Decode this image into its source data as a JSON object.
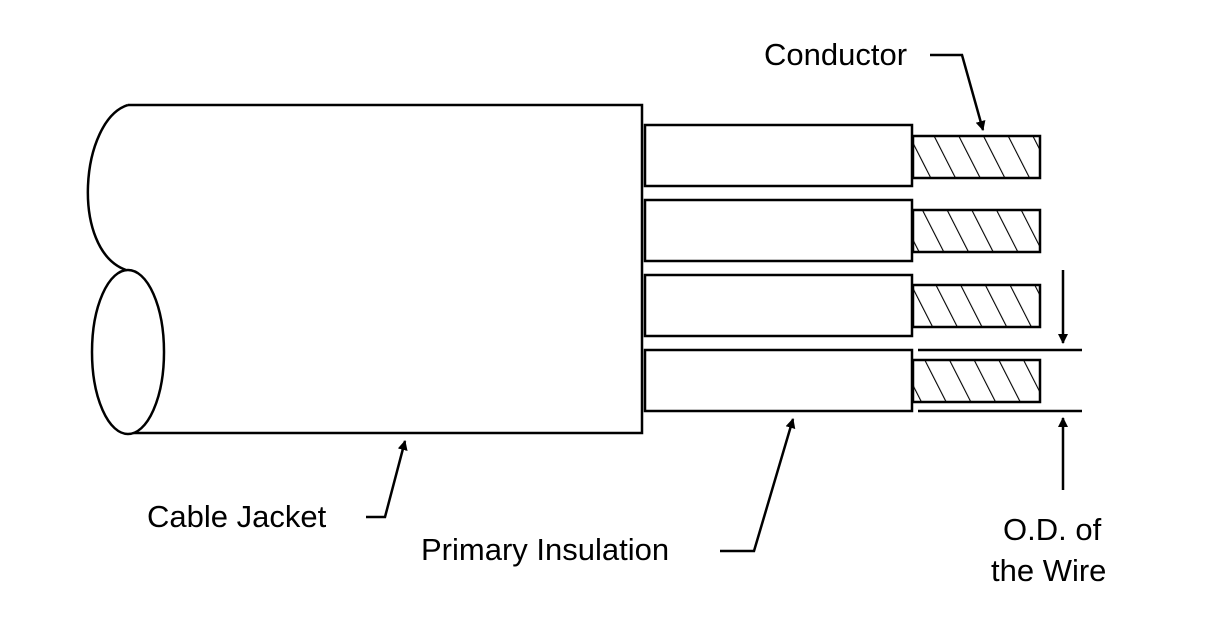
{
  "labels": {
    "conductor": "Conductor",
    "cable_jacket": "Cable Jacket",
    "primary_insulation": "Primary Insulation",
    "od_line1": "O.D. of",
    "od_line2": "the Wire"
  },
  "colors": {
    "stroke": "#000000",
    "background": "#ffffff"
  }
}
